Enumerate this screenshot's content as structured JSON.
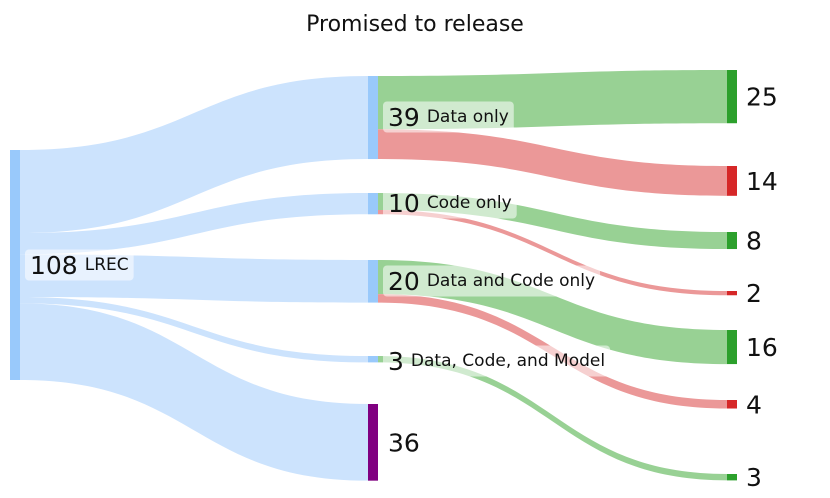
{
  "title": "Promised to release",
  "colors": {
    "source": "#99c9fb",
    "neutral_link": "#cce3fd",
    "released": "#2ca02c",
    "released_link": "#98d194",
    "not_released": "#d62728",
    "not_released_link": "#eb9898",
    "none": "#800080"
  },
  "chart_data": {
    "type": "sankey",
    "title": "Promised to release",
    "nodes": [
      {
        "id": "lrec",
        "value": 108,
        "label": "LREC"
      },
      {
        "id": "data",
        "value": 39,
        "label": "Data only"
      },
      {
        "id": "code",
        "value": 10,
        "label": "Code only"
      },
      {
        "id": "dc",
        "value": 20,
        "label": "Data and Code only"
      },
      {
        "id": "dcm",
        "value": 3,
        "label": "Data, Code, and Model"
      },
      {
        "id": "none",
        "value": 36,
        "label": ""
      },
      {
        "id": "data_r",
        "value": 25,
        "label": ""
      },
      {
        "id": "data_n",
        "value": 14,
        "label": ""
      },
      {
        "id": "code_r",
        "value": 8,
        "label": ""
      },
      {
        "id": "code_n",
        "value": 2,
        "label": ""
      },
      {
        "id": "dc_r",
        "value": 16,
        "label": ""
      },
      {
        "id": "dc_n",
        "value": 4,
        "label": ""
      },
      {
        "id": "dcm_r",
        "value": 3,
        "label": ""
      }
    ],
    "links": [
      {
        "source": "lrec",
        "target": "data",
        "value": 39
      },
      {
        "source": "lrec",
        "target": "code",
        "value": 10
      },
      {
        "source": "lrec",
        "target": "dc",
        "value": 20
      },
      {
        "source": "lrec",
        "target": "dcm",
        "value": 3
      },
      {
        "source": "lrec",
        "target": "none",
        "value": 36
      },
      {
        "source": "data",
        "target": "data_r",
        "value": 25
      },
      {
        "source": "data",
        "target": "data_n",
        "value": 14
      },
      {
        "source": "code",
        "target": "code_r",
        "value": 8
      },
      {
        "source": "code",
        "target": "code_n",
        "value": 2
      },
      {
        "source": "dc",
        "target": "dc_r",
        "value": 16
      },
      {
        "source": "dc",
        "target": "dc_n",
        "value": 4
      },
      {
        "source": "dcm",
        "target": "dcm_r",
        "value": 3
      }
    ]
  }
}
